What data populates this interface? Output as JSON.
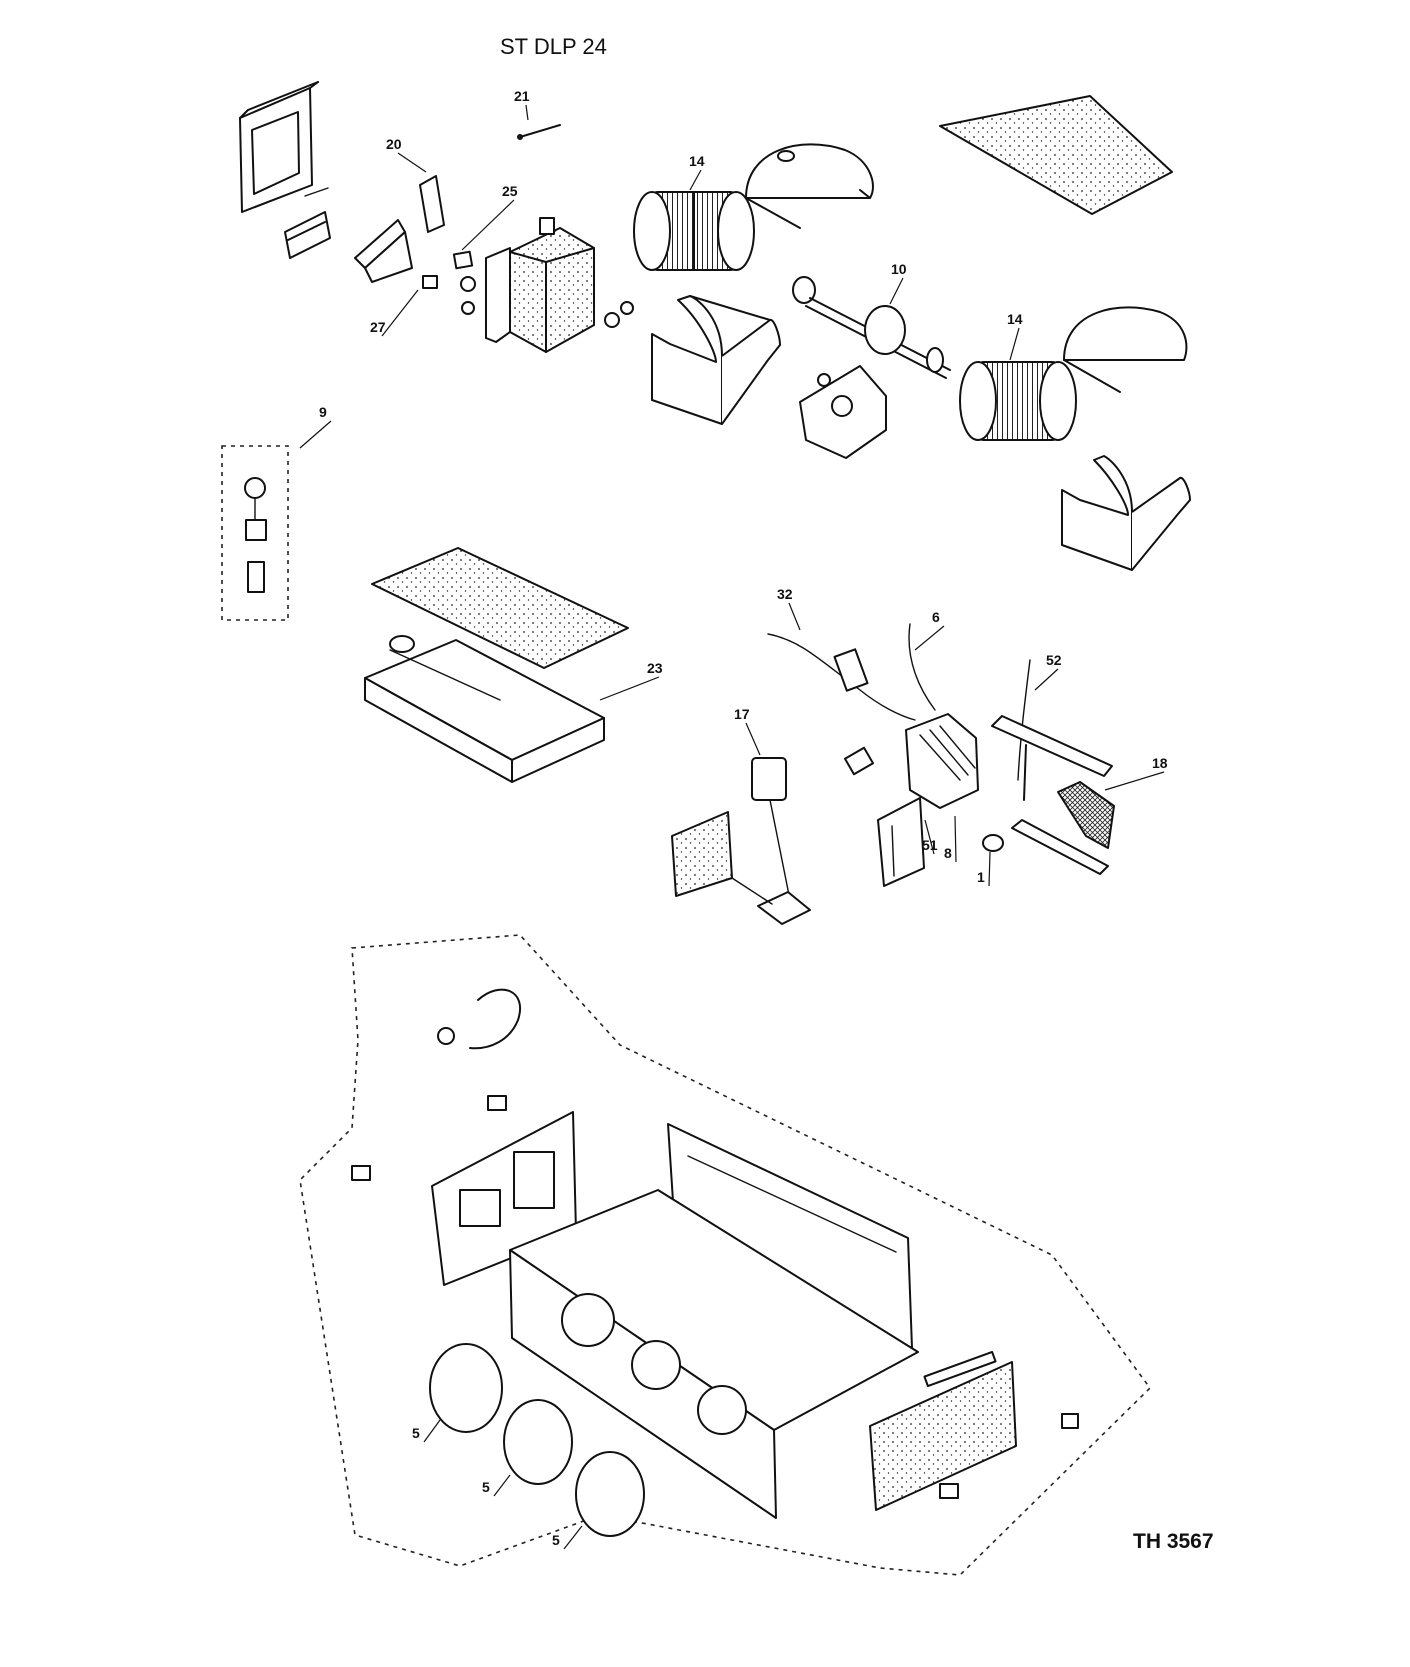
{
  "drawing": {
    "title": "ST DLP 24",
    "reference": "TH 3567"
  },
  "callouts": [
    "21",
    "20",
    "25",
    "27",
    "14",
    "10",
    "14",
    "9",
    "32",
    "6",
    "52",
    "23",
    "17",
    "18",
    "51",
    "8",
    "1",
    "5",
    "5",
    "5"
  ],
  "colors": {
    "ink": "#111111",
    "paper": "#ffffff"
  }
}
